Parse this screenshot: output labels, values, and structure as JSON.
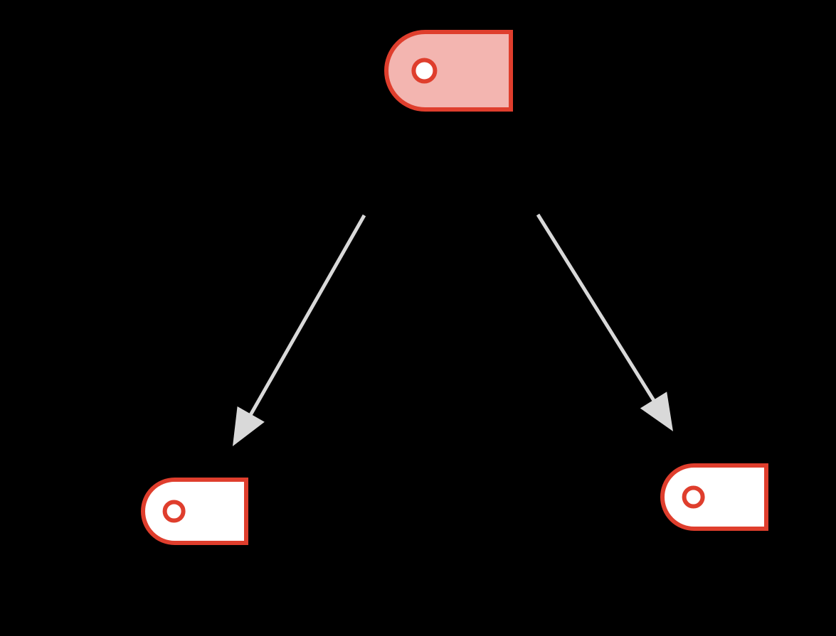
{
  "diagram": {
    "background_color": "#000000",
    "colors": {
      "tag_stroke": "#df3e2d",
      "tag_fill_active": "#f3b5b0",
      "tag_fill_inactive": "#ffffff",
      "hole_fill": "#ffffff",
      "arrow": "#d9d9d9"
    },
    "nodes": [
      {
        "id": "tag-parent",
        "icon": "tag-icon",
        "state": "highlighted"
      },
      {
        "id": "tag-child-left",
        "icon": "tag-icon",
        "state": "default"
      },
      {
        "id": "tag-child-right",
        "icon": "tag-icon",
        "state": "default"
      }
    ],
    "edges": [
      {
        "from": "tag-parent",
        "to": "tag-child-left"
      },
      {
        "from": "tag-parent",
        "to": "tag-child-right"
      }
    ]
  }
}
